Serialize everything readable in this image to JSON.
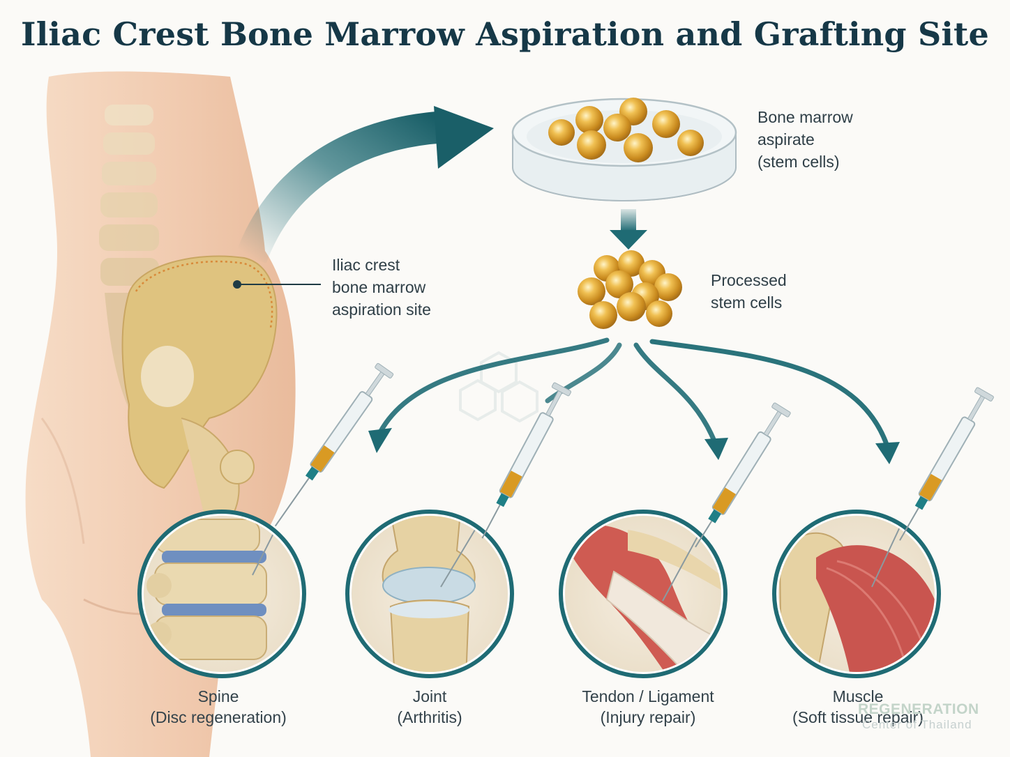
{
  "title": "Iliac Crest Bone Marrow Aspiration and Grafting Site",
  "labels": {
    "aspirate": [
      "Bone marrow",
      "aspirate",
      "(stem cells)"
    ],
    "site": [
      "Iliac crest",
      "bone marrow",
      "aspiration site"
    ],
    "processed": [
      "Processed",
      "stem cells"
    ]
  },
  "targets": [
    {
      "name": "Spine",
      "detail": "(Disc regeneration)"
    },
    {
      "name": "Joint",
      "detail": "(Arthritis)"
    },
    {
      "name": "Tendon / Ligament",
      "detail": "(Injury repair)"
    },
    {
      "name": "Muscle",
      "detail": "(Soft tissue repair)"
    }
  ],
  "watermark": {
    "line1": "REGENERATION",
    "line2": "Center of Thailand"
  },
  "colors": {
    "accent": "#1f6b74",
    "cell": "#e2a93a",
    "bone": "#e6d3a6",
    "skin": "#f1cdb2",
    "muscle": "#c9544e"
  }
}
